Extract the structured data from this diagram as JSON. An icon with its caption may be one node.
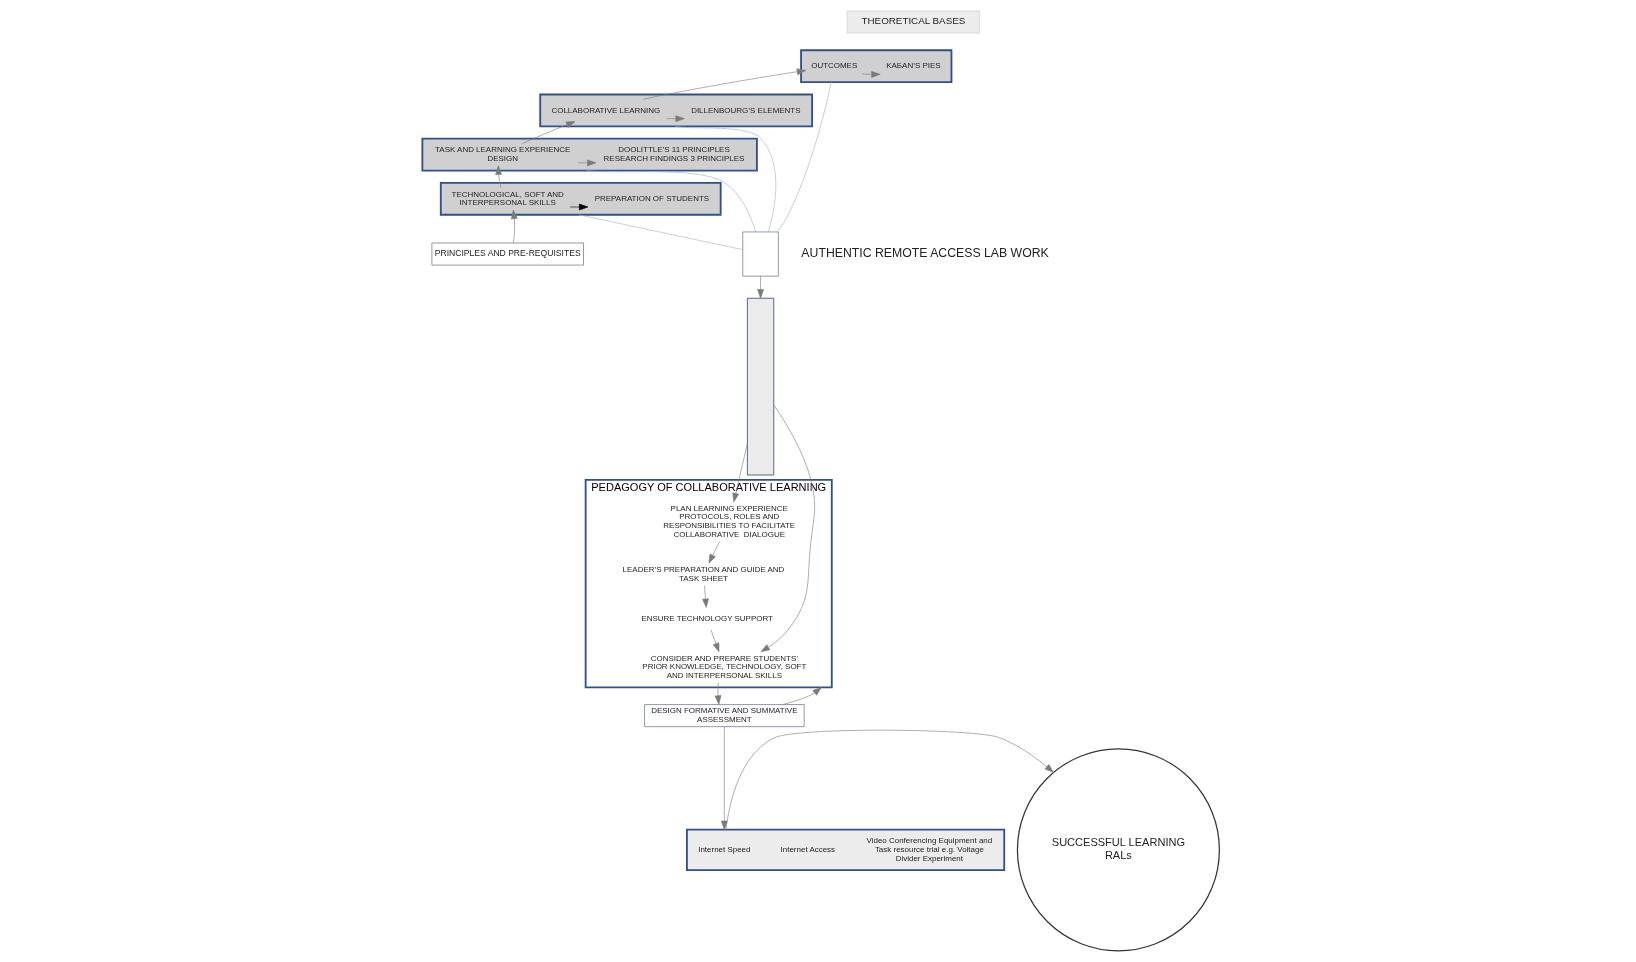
{
  "diagram": {
    "nodes": [
      {
        "text": [
          "THEORETICAL BASES"
        ]
      },
      {
        "text": [],
        "shape": "box"
      },
      {
        "text": [
          "OUTCOMES"
        ],
        "in": 1
      },
      {
        "text": [
          "KAБAN’S PIES"
        ],
        "in": 1
      },
      {
        "text": [],
        "shape": "box"
      },
      {
        "text": [
          "COLLABORATIVE LEARNING"
        ],
        "in": 4
      },
      {
        "text": [
          "DILLENBOURG’S ELEMENTS"
        ],
        "in": 4
      },
      {
        "text": [],
        "shape": "box"
      },
      {
        "text": [
          "TASK AND LEARNING EXPERIENCE DESIGN"
        ],
        "in": 7
      },
      {
        "text": [
          "DOOLITTLE’S 11 PRINCIPLES",
          "RESEARCH FINDINGS 3 PRINCIPLES"
        ],
        "in": 7
      },
      {
        "text": [],
        "shape": "box"
      },
      {
        "text": [
          "TECHNOLOGICAL, SOFT AND INTERPERSONAL SKILLS"
        ],
        "in": 10
      },
      {
        "text": [
          "PREPARATION OF STUDENTS"
        ],
        "in": 10
      },
      {
        "text": [
          "PRINCIPLES AND PRE-REQUISITES"
        ]
      },
      {
        "text": [],
        "shape": "box"
      },
      {
        "text": [],
        "shape": "bar"
      },
      {
        "text": [
          "PEDAGOGY OF COLLABORATIVE LEARNING"
        ]
      },
      {
        "text": [
          "PLAN LEARNING EXPERIENCE PROTOCOLS, ROLES AND RESPONSIBILITIES TO FACILITATE COLLABORATIVE  DIALOGUE"
        ],
        "in": 16
      },
      {
        "text": [
          "LEADER’S PREPARATION AND GUIDE AND TASK SHEET"
        ],
        "in": 16
      },
      {
        "text": [
          "ENSURE TECHNOLOGY SUPPORT"
        ],
        "in": 16
      },
      {
        "text": [
          "CONSIDER AND PREPARE STUDENTS’ PRIOR KNOWLEDGE, TECHNOLOGY, SOFT AND INTERPERSONAL SKILLS"
        ],
        "in": 16
      },
      {
        "text": [
          "DESIGN FORMATIVE AND SUMMATIVE ASSESSMENT"
        ]
      },
      {
        "text": [],
        "shape": "box"
      },
      {
        "text": [
          "Internet Speed"
        ],
        "in": 22
      },
      {
        "text": [
          "Internet Access"
        ],
        "in": 22
      },
      {
        "text": [
          "Video Conferencing Equipment and Task resource trial e.g. Voltage Divider Experiment"
        ],
        "in": 22
      },
      {
        "text": [
          "SUCCESSFUL LEARNING",
          "RALs"
        ]
      }
    ],
    "edges": [
      {
        "from": 5,
        "to": 2,
        "arrow": "to"
      },
      {
        "from": 8,
        "to": 5,
        "arrow": "to"
      },
      {
        "from": 11,
        "to": 8,
        "arrow": "to"
      },
      {
        "from": 2,
        "to": 3,
        "arrow": "to"
      },
      {
        "from": 5,
        "to": 6,
        "arrow": "to"
      },
      {
        "from": 8,
        "to": 9,
        "arrow": "to"
      },
      {
        "from": 11,
        "to": 12,
        "arrow": "to",
        "color": "#000000"
      },
      {
        "from": 13,
        "to": 11,
        "arrow": "to"
      },
      {
        "from": 1,
        "to": 14,
        "arrow": "none",
        "color": "#9fb0c8"
      },
      {
        "from": 4,
        "to": 14,
        "arrow": "none",
        "color": "#9fb0c8"
      },
      {
        "from": 7,
        "to": 14,
        "arrow": "none",
        "color": "#9fb0c8"
      },
      {
        "from": 10,
        "to": 14,
        "arrow": "none",
        "color": "#9fb0c8"
      },
      {
        "from": 14,
        "to": 15,
        "arrow": "to"
      },
      {
        "from": 15,
        "to": 17,
        "arrow": "to"
      },
      {
        "from": 15,
        "to": 20,
        "arrow": "to"
      },
      {
        "from": 17,
        "to": 18,
        "arrow": "to"
      },
      {
        "from": 18,
        "to": 19,
        "arrow": "to"
      },
      {
        "from": 19,
        "to": 20,
        "arrow": "to"
      },
      {
        "from": 20,
        "to": 21,
        "arrow": "to"
      },
      {
        "from": 21,
        "to": 16,
        "arrow": "to"
      },
      {
        "from": 21,
        "to": 22,
        "arrow": "to"
      },
      {
        "from": 22,
        "to": 26,
        "arrow": "to"
      }
    ],
    "labels": [
      "AUTHENTIC REMOTE ACCESS LAB WORK"
    ]
  }
}
